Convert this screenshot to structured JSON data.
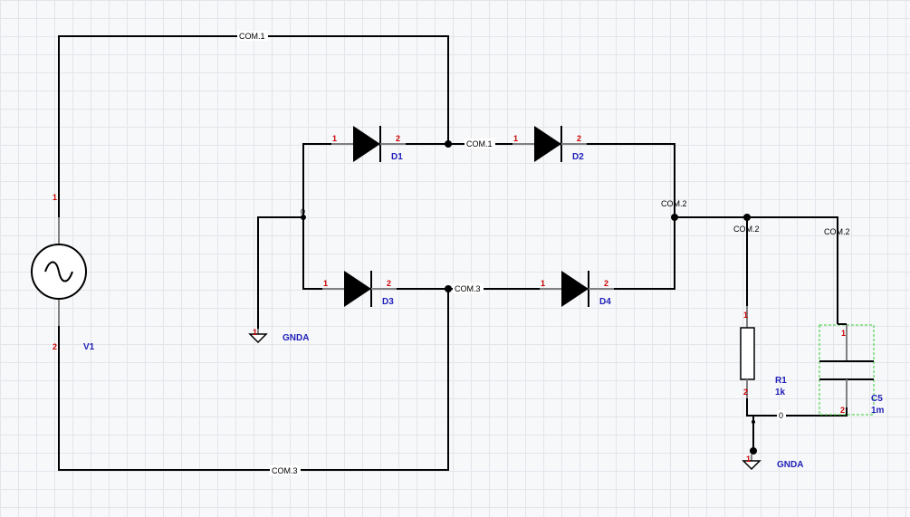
{
  "colors": {
    "wire": "#000000",
    "pin_number": "#cc0000",
    "designator": "#1f1fb8",
    "selection": "#33cc33"
  },
  "nets": {
    "com1_top": "COM.1",
    "com1_mid": "COM.1",
    "com2_d2": "COM.2",
    "com2_r1": "COM.2",
    "com2_c5": "COM.2",
    "com3_mid": "COM.3",
    "com3_bottom": "COM.3",
    "zero_left": "0",
    "zero_right": "0"
  },
  "components": {
    "v1": {
      "ref": "V1",
      "pin1": "1",
      "pin2": "2",
      "icon": "ac-source-icon"
    },
    "d1": {
      "ref": "D1",
      "pin1": "1",
      "pin2": "2"
    },
    "d2": {
      "ref": "D2",
      "pin1": "1",
      "pin2": "2"
    },
    "d3": {
      "ref": "D3",
      "pin1": "1",
      "pin2": "2"
    },
    "d4": {
      "ref": "D4",
      "pin1": "1",
      "pin2": "2"
    },
    "r1": {
      "ref": "R1",
      "value": "1k",
      "pin1": "1",
      "pin2": "2"
    },
    "c5": {
      "ref": "C5",
      "value": "1m",
      "pin1": "1",
      "pin2": "2"
    },
    "gnd_left": {
      "label": "GNDA",
      "pin": "1"
    },
    "gnd_right": {
      "label": "GNDA",
      "pin": "1"
    }
  }
}
